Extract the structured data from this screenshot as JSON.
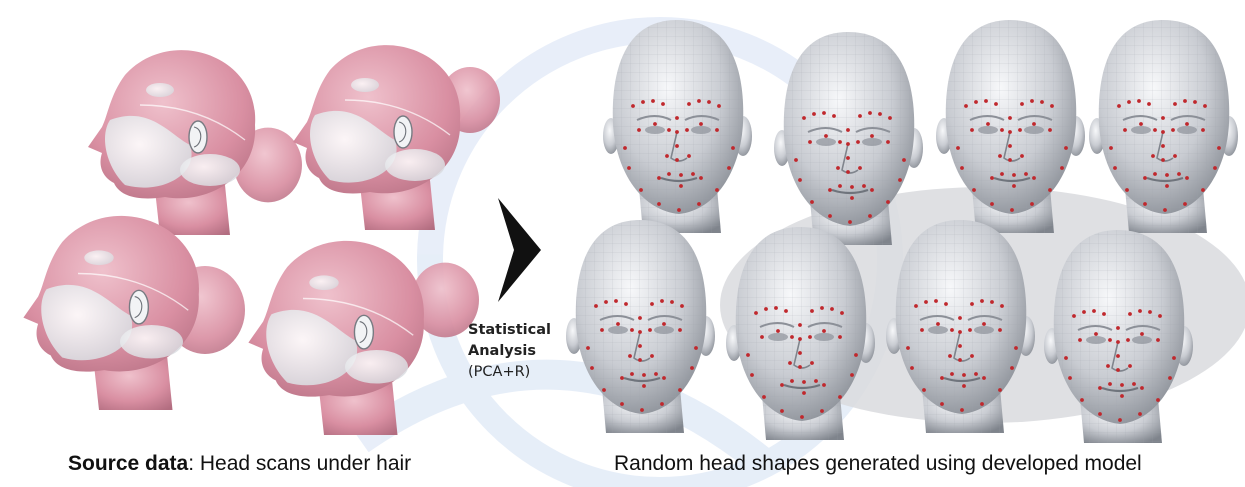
{
  "source_panel": {
    "caption_bold": "Source data",
    "caption_rest": ": Head scans under hair",
    "scan_color": "#d98fa2",
    "skin_color": "#eceef0"
  },
  "process": {
    "line1": "Statistical",
    "line2": "Analysis",
    "line3": "(PCA+R)",
    "arrow_color": "#111111"
  },
  "result_panel": {
    "caption": "Random head shapes generated using developed model",
    "mesh_color": "#b9bdc4",
    "landmark_color": "#c0282d",
    "model_count": 8
  },
  "watermark_color": "#4a7fd0"
}
